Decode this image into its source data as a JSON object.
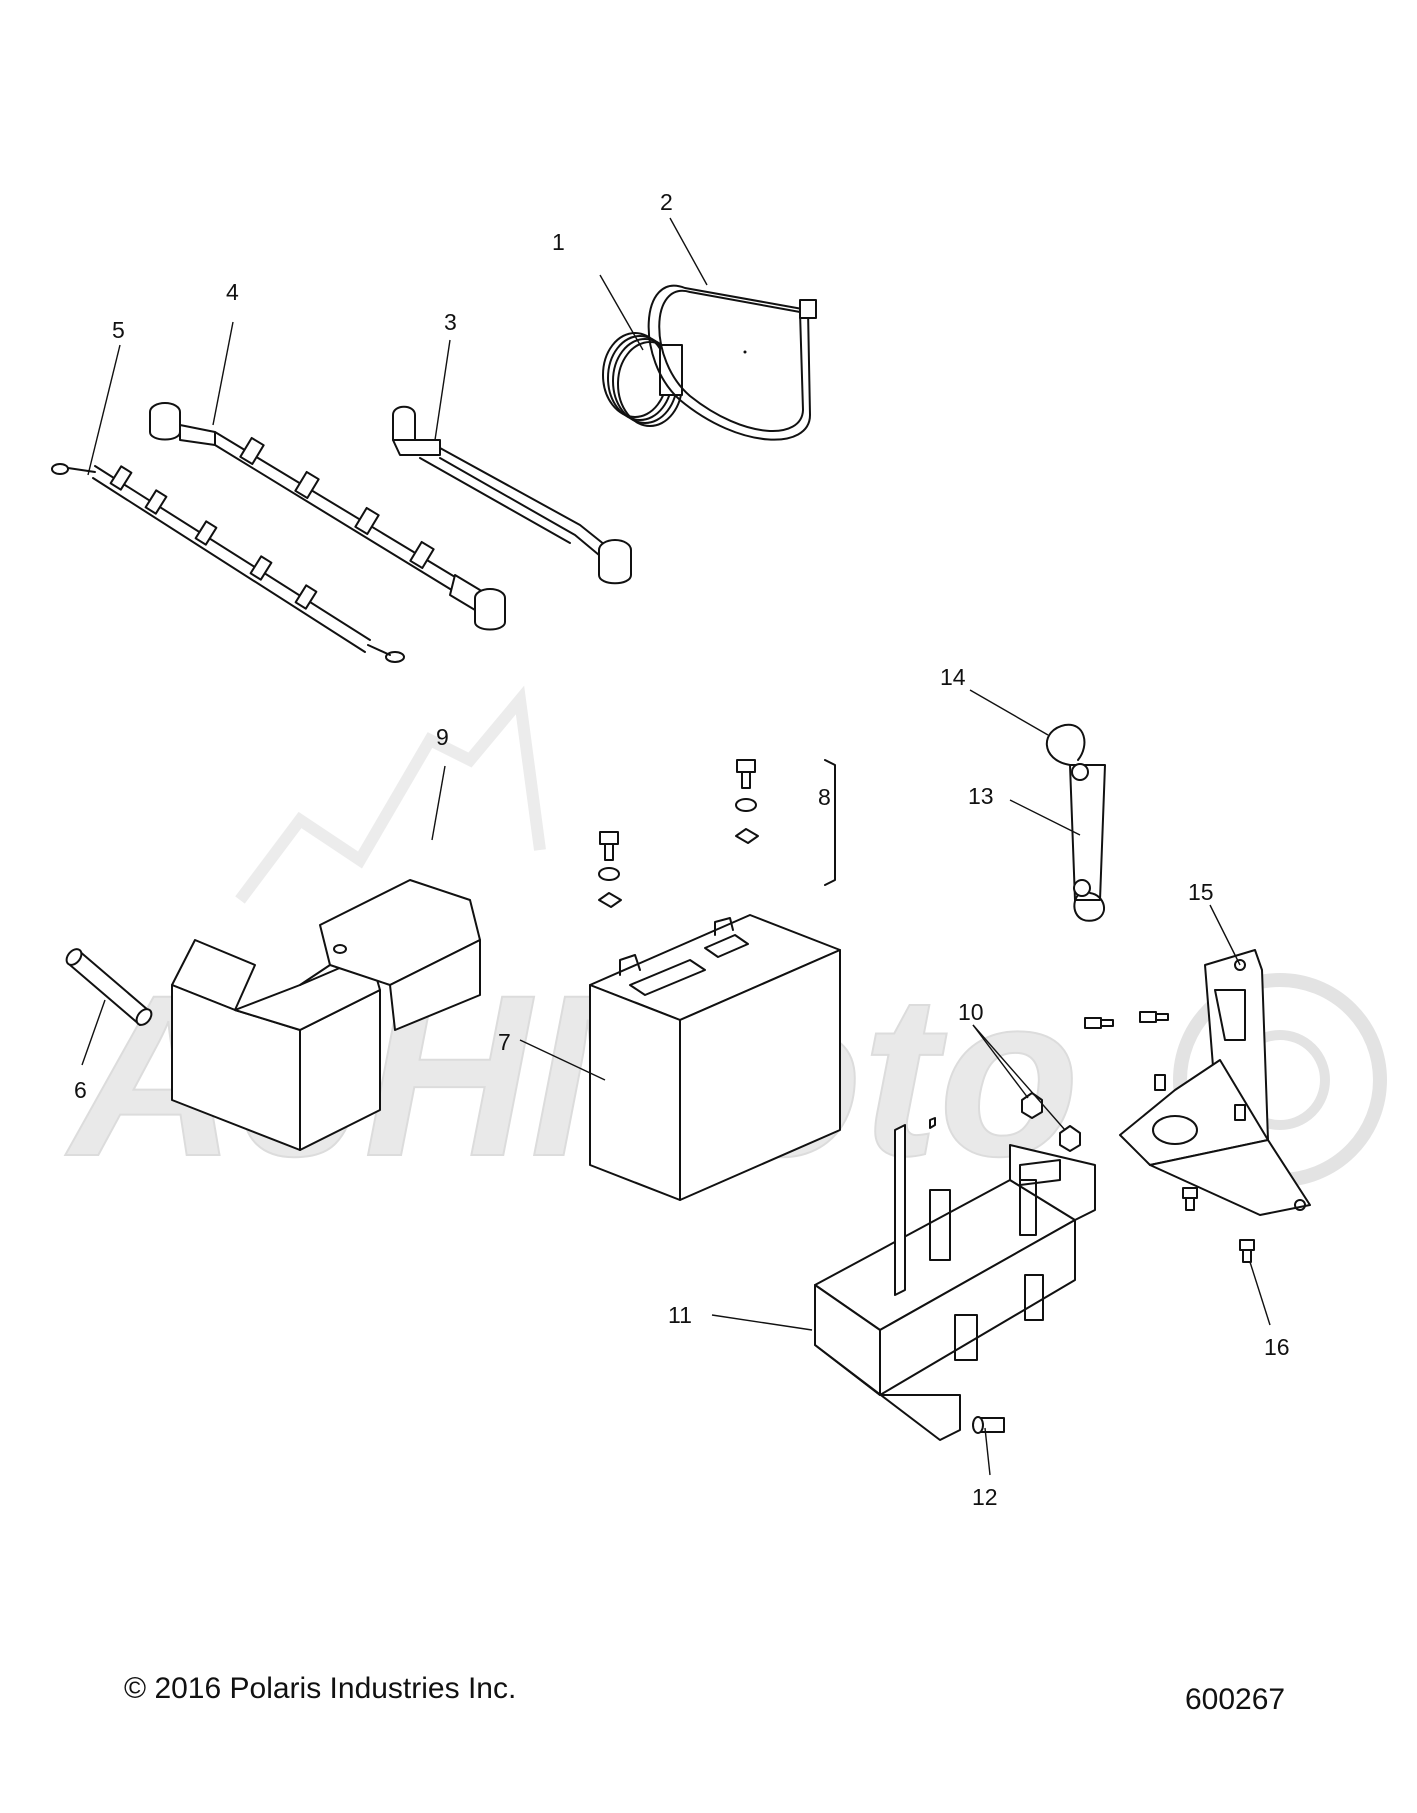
{
  "watermark": {
    "text": "AeHMoto",
    "color": "#e6e6e6"
  },
  "callouts": [
    "1",
    "2",
    "3",
    "4",
    "5",
    "6",
    "7",
    "8",
    "9",
    "10",
    "11",
    "12",
    "13",
    "14",
    "15",
    "16"
  ],
  "footer": {
    "copyright": "© 2016 Polaris Industries Inc.",
    "figure_number": "600267"
  }
}
